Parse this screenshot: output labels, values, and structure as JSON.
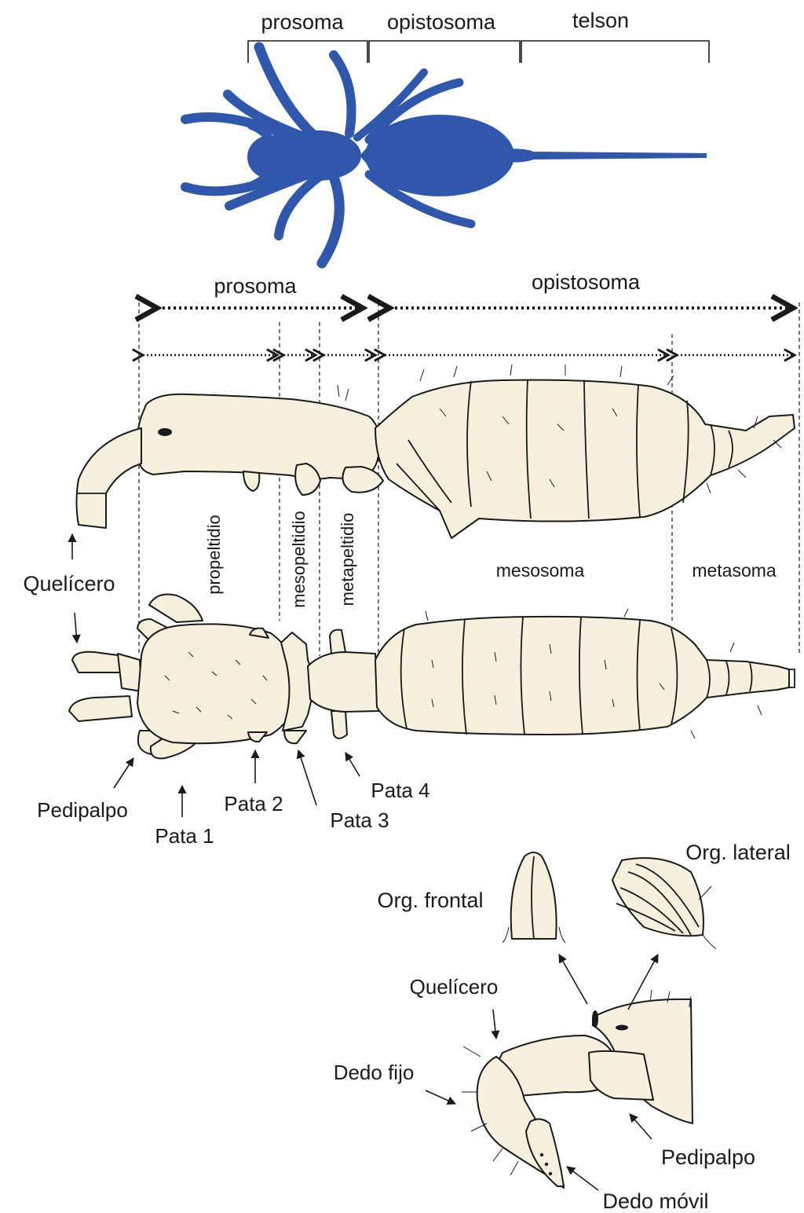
{
  "colors": {
    "silhouette": "#2f58ad",
    "body": "#f5f1dc",
    "ink": "#1a1a1a"
  },
  "top_silhouette": {
    "labels": {
      "prosoma": "prosoma",
      "opistosoma": "opistosoma",
      "telson": "telson"
    }
  },
  "regions": {
    "prosoma": "prosoma",
    "opistosoma": "opistosoma",
    "propeltidio": "propeltidio",
    "mesopeltidio": "mesopeltidio",
    "metapeltidio": "metapeltidio",
    "mesosoma": "mesosoma",
    "metasoma": "metasoma"
  },
  "appendages": {
    "quelicero": "Quelícero",
    "pedipalpo": "Pedipalpo",
    "pata1": "Pata 1",
    "pata2": "Pata 2",
    "pata3": "Pata 3",
    "pata4": "Pata 4"
  },
  "detail": {
    "org_frontal": "Org. frontal",
    "org_lateral": "Org. lateral",
    "quelicero": "Quelícero",
    "dedo_fijo": "Dedo fijo",
    "pedipalpo": "Pedipalpo",
    "dedo_movil": "Dedo móvil"
  }
}
